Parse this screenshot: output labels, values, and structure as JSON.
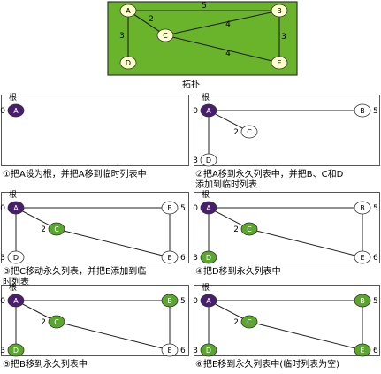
{
  "topology": {
    "title": "拓扑",
    "nodes": [
      "A",
      "B",
      "C",
      "D",
      "E"
    ],
    "edges": [
      {
        "from": "A",
        "to": "B",
        "weight": "5"
      },
      {
        "from": "A",
        "to": "C",
        "weight": "2"
      },
      {
        "from": "A",
        "to": "D",
        "weight": "3"
      },
      {
        "from": "C",
        "to": "B",
        "weight": "4"
      },
      {
        "from": "C",
        "to": "E",
        "weight": "4"
      },
      {
        "from": "B",
        "to": "E",
        "weight": "3"
      }
    ],
    "colors": {
      "background": "#6ab42c",
      "border": "#333333",
      "node_fill": "#ffffcc"
    }
  },
  "root_label": "根",
  "colors": {
    "permanent": "#4a1e6e",
    "tentative": "#5ba62c",
    "empty": "#ffffff",
    "panel_border": "#555555"
  },
  "steps": [
    {
      "caption_lines": [
        "①把A设为根，并把A移到临时列表中"
      ],
      "nodes": [
        {
          "id": "A",
          "label": "A",
          "state": "root",
          "dist": "0"
        }
      ],
      "edges": []
    },
    {
      "caption_lines": [
        "②把A移到永久列表中，并把B、C和D",
        "添加到临时列表"
      ],
      "nodes": [
        {
          "id": "A",
          "label": "A",
          "state": "root",
          "dist": "0"
        },
        {
          "id": "B",
          "label": "B",
          "state": "empty",
          "dist": "5"
        },
        {
          "id": "C",
          "label": "C",
          "state": "empty",
          "dist": "2"
        },
        {
          "id": "D",
          "label": "D",
          "state": "empty",
          "dist": "3"
        }
      ],
      "edges": [
        [
          "A",
          "B"
        ],
        [
          "A",
          "C"
        ],
        [
          "A",
          "D"
        ]
      ]
    },
    {
      "caption_lines": [
        "③把C移动永久列表，并把E添加到临",
        "时列表"
      ],
      "nodes": [
        {
          "id": "A",
          "label": "A",
          "state": "root",
          "dist": "0"
        },
        {
          "id": "B",
          "label": "B",
          "state": "empty",
          "dist": "5"
        },
        {
          "id": "C",
          "label": "C",
          "state": "green",
          "dist": "2"
        },
        {
          "id": "D",
          "label": "D",
          "state": "empty",
          "dist": "3"
        },
        {
          "id": "E",
          "label": "E",
          "state": "empty",
          "dist": "6"
        }
      ],
      "edges": [
        [
          "A",
          "B"
        ],
        [
          "A",
          "C"
        ],
        [
          "A",
          "D"
        ],
        [
          "C",
          "E"
        ],
        [
          "B",
          "E"
        ]
      ]
    },
    {
      "caption_lines": [
        "④把D移到永久列表中"
      ],
      "nodes": [
        {
          "id": "A",
          "label": "A",
          "state": "root",
          "dist": "0"
        },
        {
          "id": "B",
          "label": "B",
          "state": "empty",
          "dist": "5"
        },
        {
          "id": "C",
          "label": "C",
          "state": "green",
          "dist": "2"
        },
        {
          "id": "D",
          "label": "D",
          "state": "green",
          "dist": "3"
        },
        {
          "id": "E",
          "label": "E",
          "state": "empty",
          "dist": "6"
        }
      ],
      "edges": [
        [
          "A",
          "B"
        ],
        [
          "A",
          "C"
        ],
        [
          "A",
          "D"
        ],
        [
          "C",
          "E"
        ],
        [
          "B",
          "E"
        ]
      ]
    },
    {
      "caption_lines": [
        "⑤把B移到永久列表中"
      ],
      "nodes": [
        {
          "id": "A",
          "label": "A",
          "state": "root",
          "dist": "0"
        },
        {
          "id": "B",
          "label": "B",
          "state": "green",
          "dist": "5"
        },
        {
          "id": "C",
          "label": "C",
          "state": "green",
          "dist": "2"
        },
        {
          "id": "D",
          "label": "D",
          "state": "green",
          "dist": "3"
        },
        {
          "id": "E",
          "label": "E",
          "state": "empty",
          "dist": "6"
        }
      ],
      "edges": [
        [
          "A",
          "B"
        ],
        [
          "A",
          "C"
        ],
        [
          "A",
          "D"
        ],
        [
          "C",
          "E"
        ],
        [
          "B",
          "E"
        ]
      ]
    },
    {
      "caption_lines": [
        "⑥把E移到永久列表中(临时列表为空)"
      ],
      "nodes": [
        {
          "id": "A",
          "label": "A",
          "state": "root",
          "dist": "0"
        },
        {
          "id": "B",
          "label": "B",
          "state": "green",
          "dist": "5"
        },
        {
          "id": "C",
          "label": "C",
          "state": "green",
          "dist": "2"
        },
        {
          "id": "D",
          "label": "D",
          "state": "green",
          "dist": "3"
        },
        {
          "id": "E",
          "label": "E",
          "state": "green",
          "dist": "6"
        }
      ],
      "edges": [
        [
          "A",
          "B"
        ],
        [
          "A",
          "C"
        ],
        [
          "A",
          "D"
        ],
        [
          "C",
          "E"
        ],
        [
          "B",
          "E"
        ]
      ]
    }
  ]
}
